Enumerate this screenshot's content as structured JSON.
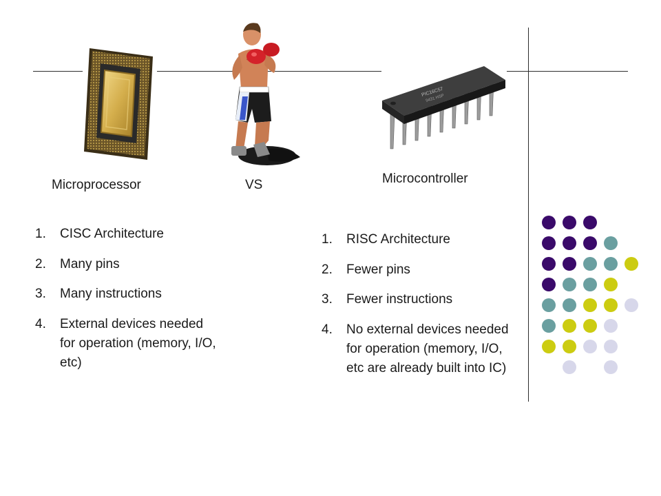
{
  "left": {
    "caption": "Microprocessor",
    "points": [
      {
        "num": "1.",
        "text": "CISC Architecture"
      },
      {
        "num": "2.",
        "text": "Many pins"
      },
      {
        "num": "3.",
        "text": "Many instructions"
      },
      {
        "num": "4.",
        "text": "External devices needed for operation (memory, I/O, etc)"
      }
    ]
  },
  "middle": {
    "caption": "VS"
  },
  "right": {
    "caption": "Microcontroller",
    "points": [
      {
        "num": "1.",
        "text": "RISC Architecture"
      },
      {
        "num": "2.",
        "text": "Fewer pins"
      },
      {
        "num": "3.",
        "text": "Fewer instructions"
      },
      {
        "num": "4.",
        "text": "No external devices needed for operation (memory, I/O, etc are already built into IC)"
      }
    ]
  },
  "icons": {
    "cpu": "cpu-chip-icon",
    "boxer": "boxer-icon",
    "ic": "dip-ic-chip-icon"
  },
  "colors": {
    "purple": "#3a0a6a",
    "teal": "#6a9fa0",
    "yellow": "#cccc11",
    "lavender": "#d7d7ea"
  },
  "dot_grid": [
    [
      "purple",
      "purple",
      "purple",
      "",
      ""
    ],
    [
      "purple",
      "purple",
      "purple",
      "teal",
      ""
    ],
    [
      "purple",
      "purple",
      "teal",
      "teal",
      "yellow"
    ],
    [
      "purple",
      "teal",
      "teal",
      "yellow",
      ""
    ],
    [
      "teal",
      "teal",
      "yellow",
      "yellow",
      "lavender"
    ],
    [
      "teal",
      "yellow",
      "yellow",
      "lavender",
      ""
    ],
    [
      "yellow",
      "yellow",
      "lavender",
      "lavender",
      ""
    ],
    [
      "",
      "lavender",
      "",
      "lavender",
      ""
    ]
  ]
}
